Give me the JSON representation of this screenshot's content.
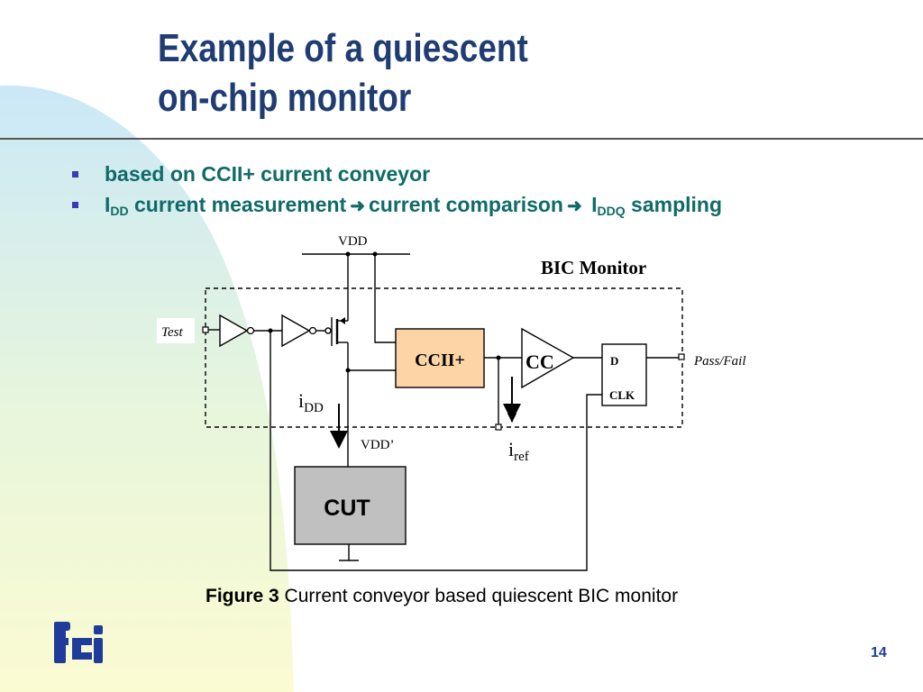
{
  "slide": {
    "title_line1": "Example of a quiescent",
    "title_line2": "on-chip monitor",
    "bullets": [
      {
        "text": "based on CCII+ current conveyor"
      },
      {
        "p1": "I",
        "p1_sub": "DD",
        "p2": " current measurement",
        "p3": "current comparison",
        "p4": " I",
        "p4_sub": "DDQ",
        "p5": " sampling"
      }
    ],
    "page_number": "14",
    "colors": {
      "title": "#1f3c73",
      "bullets": "#0f6b68",
      "ccii_fill": "#fcd4a6",
      "cut_fill": "#c0c0c0",
      "logo": "#1f3c9a"
    }
  },
  "diagram": {
    "labels": {
      "vdd": "VDD",
      "bic_monitor": "BIC Monitor",
      "test": "Test",
      "ccii": "CCII+",
      "cc": "CC",
      "d": "D",
      "clk": "CLK",
      "pass_fail": "Pass/Fail",
      "i": "i",
      "idd_sub": "DD",
      "iref_sub": "ref",
      "vdd_prime": "VDD’",
      "cut": "CUT"
    }
  },
  "caption": {
    "figure_label": "Figure 3",
    "text": " Current conveyor based quiescent BIC monitor"
  }
}
